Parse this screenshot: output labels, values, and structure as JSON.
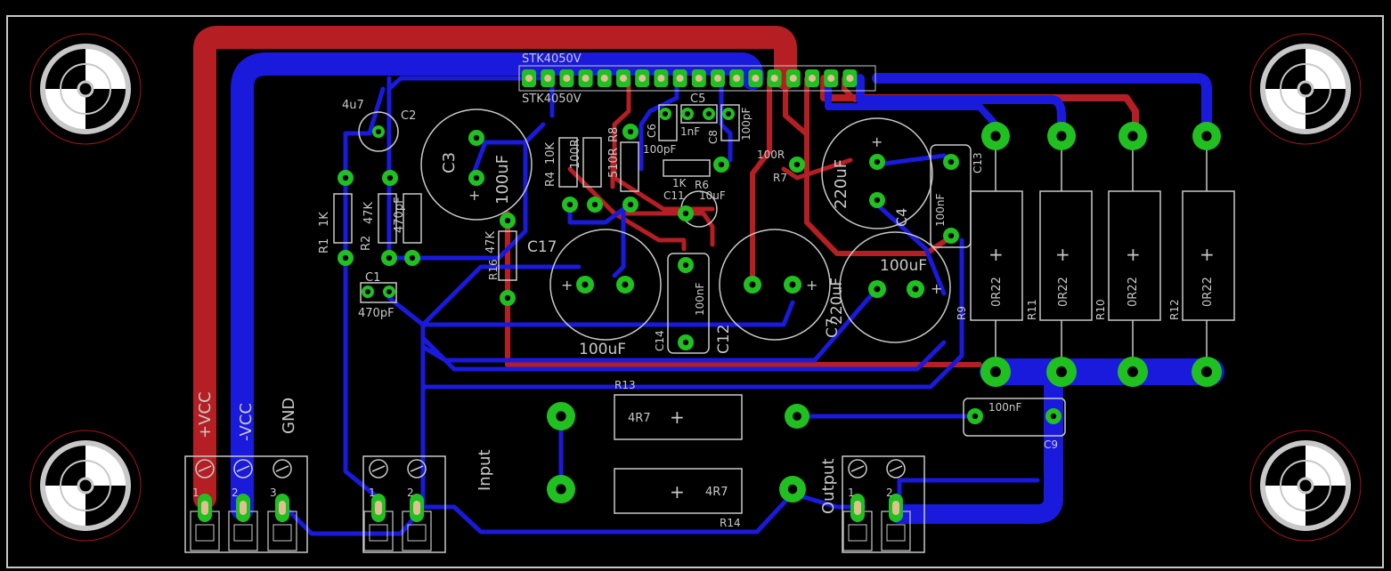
{
  "board": {
    "outline_color": "#c8c8c8",
    "colors": {
      "top_copper": "#b51f24",
      "bottom_copper": "#1a1adc",
      "pad": "#20c020",
      "pad_hole": "#20c020",
      "silkscreen": "#c8c8c8"
    }
  },
  "labels": {
    "stk_top": "STK4050V",
    "stk_bottom": "STK4050V",
    "c2_value": "4u7",
    "c2_name": "C2",
    "c3_name": "C3",
    "c3_value": "100uF",
    "r1_name": "R1",
    "r1_value": "1K",
    "r2_name": "R2",
    "r2_value": "47K",
    "r3_value": "470pF",
    "r4_name": "R4",
    "r4_value": "10K",
    "r5_value": "100R",
    "r8_name": "R8",
    "r8_value": "510R",
    "r16_value": "47K",
    "r16_name": "R16",
    "c17_name": "C17",
    "c1_name": "C1",
    "c1_value": "470pF",
    "c5_name": "C5",
    "c6_name": "C6",
    "c6_value": "1nF",
    "c8_name": "C8",
    "c8_value": "100pF",
    "c10_value": "100pF",
    "c11_name": "C11",
    "c11_value": "10uF",
    "r6_name": "R6",
    "r6_value": "1K",
    "r7_name": "R7",
    "r7_value": "100R",
    "c4_name": "C4",
    "c4_value": "220uF",
    "c13_name": "C13",
    "c13_value": "100nF",
    "cap_a_value": "100uF",
    "c14_name": "C14",
    "c14_value": "100nF",
    "c12_name": "C12",
    "c12_value": "220uF",
    "c7_name": "C7",
    "c7_value": "100uF",
    "r9_name": "R9",
    "r11_name": "R11",
    "r10_name": "R10",
    "r12_name": "R12",
    "power_res_value": "0R22",
    "r13_name": "R13",
    "r13_value": "4R7",
    "r14_name": "R14",
    "r14_value": "4R7",
    "c9_name": "C9",
    "c9_value": "100nF",
    "plus_vcc": "+VCC",
    "minus_vcc": "-VCC",
    "gnd": "GND",
    "input": "Input",
    "output": "Output",
    "pin1": "1",
    "pin2": "2",
    "pin3": "3",
    "plus": "+"
  }
}
